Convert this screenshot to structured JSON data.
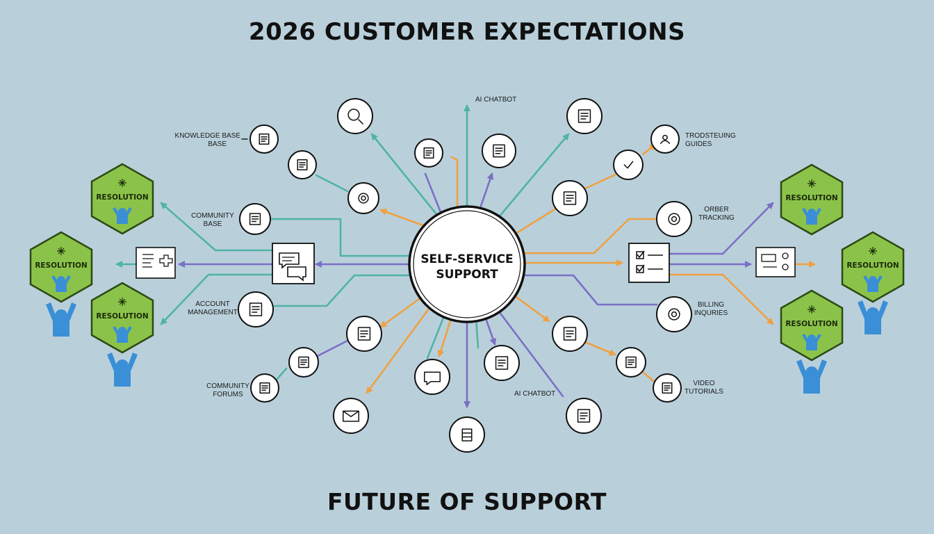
{
  "header": {
    "title": "2026 CUSTOMER EXPECTATIONS"
  },
  "footer": {
    "title": "FUTURE OF SUPPORT"
  },
  "hub": {
    "line1": "SELF-SERVICE",
    "line2": "SUPPORT"
  },
  "labels": {
    "knowledge_base": [
      "KNOWLEDGE BASE",
      "BASE"
    ],
    "community_base": [
      "COMMUNITY",
      "BASE"
    ],
    "account_management": [
      "ACCOUNT",
      "MANAGEMENT"
    ],
    "community_forums": [
      "COMMUNITY",
      "FORUMS"
    ],
    "ai_chatbot_top": "AI CHATBOT",
    "ai_chatbot_bottom": "AI CHATBOT",
    "troubleshooting_guides": [
      "TRODSTEUING",
      "GUIDES"
    ],
    "order_tracking": [
      "ORBER",
      "TRACKING"
    ],
    "billing_inquiries": [
      "BILLING",
      "INQURIES"
    ],
    "video_tutorials": [
      "VIDEO",
      "TUTORIALS"
    ]
  },
  "resolution": {
    "label": "RESOLUTION",
    "color": "#8bc34a"
  },
  "colors": {
    "teal": "#4fb3a6",
    "orange": "#f0a040",
    "purple": "#7b6fc4",
    "person": "#3a8fd6",
    "background": "#b9d0db"
  }
}
